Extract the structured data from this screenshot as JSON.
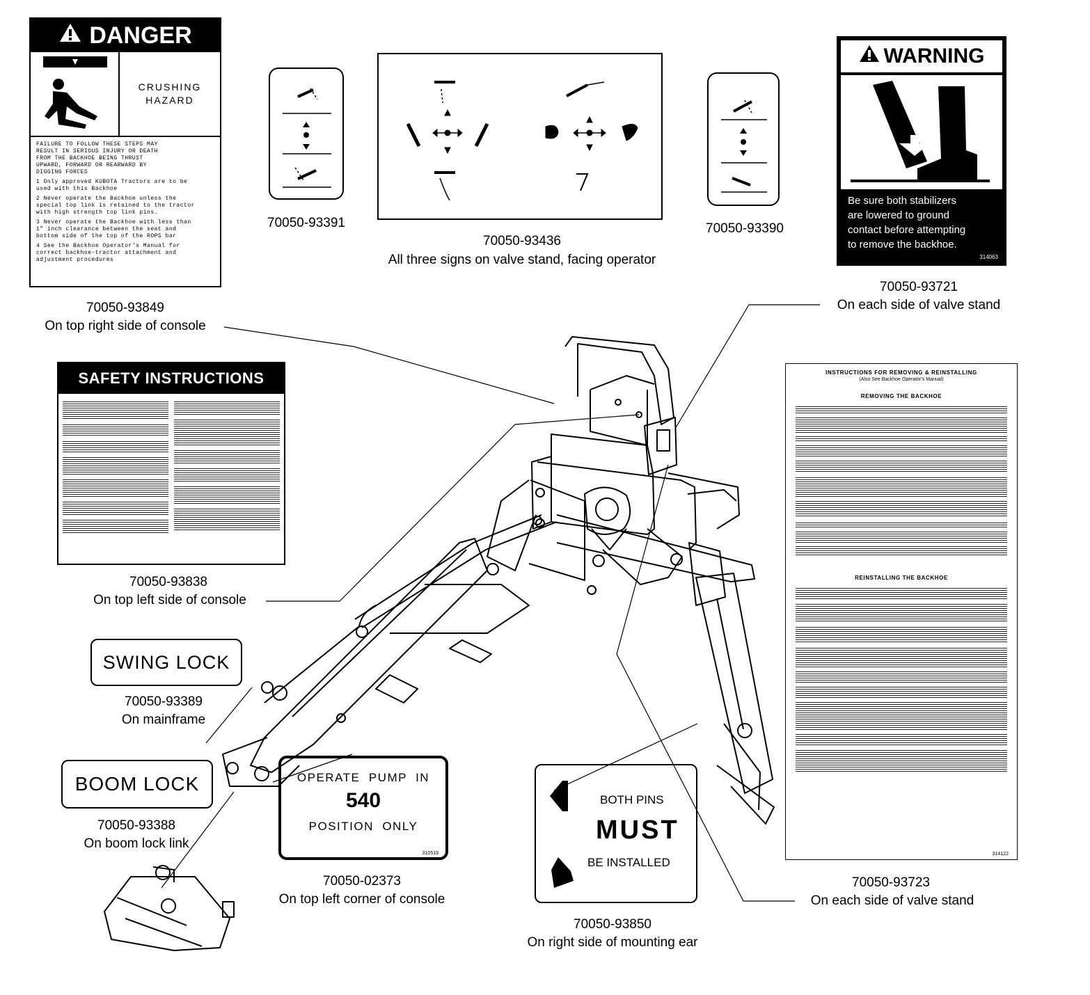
{
  "danger": {
    "header": "DANGER",
    "hazard_line1": "CRUSHING",
    "hazard_line2": "HAZARD",
    "body_lines": [
      "FAILURE TO FOLLOW THESE STEPS MAY",
      "RESULT IN SERIOUS INJURY OR DEATH",
      "FROM THE BACKHOE BEING THRUST",
      "UPWARD, FORWARD OR REARWARD BY",
      "DIGGING FORCES",
      "1  Only approved KUBOTA Tractors are to be",
      "   used with this Backhoe",
      "2  Never operate the Backhoe unless the",
      "   special top link is retained to the tractor",
      "   with high strength top link pins.",
      "3  Never operate the Backhoe with less than",
      "   1\" inch clearance between the seat and",
      "   bottom side of the top of the ROPS bar",
      "4  See the Backhoe Operator's Manual for",
      "   correct backhoe-tractor attachment and",
      "   adjustment procedures"
    ],
    "part_no": "70050-93849",
    "location": "On top right side of console"
  },
  "lever_left": {
    "part_no": "70050-93391"
  },
  "lever_center": {
    "part_no": "70050-93436",
    "location": "All three signs on valve stand, facing operator"
  },
  "lever_right": {
    "part_no": "70050-93390"
  },
  "warning": {
    "header": "WARNING",
    "body_lines": [
      "Be sure both stabilizers",
      "are lowered to ground",
      "contact before attempting",
      "to remove  the backhoe."
    ],
    "code": "314063",
    "part_no": "70050-93721",
    "location": "On each side of valve stand"
  },
  "safety": {
    "header": "SAFETY INSTRUCTIONS",
    "part_no": "70050-93838",
    "location": "On top left side of console"
  },
  "instructions": {
    "title": "INSTRUCTIONS FOR REMOVING & REINSTALLING",
    "subtitle": "(Also See Backhoe Operator's Manual)",
    "section1": "REMOVING THE BACKHOE",
    "section2": "REINSTALLING THE BACKHOE",
    "code": "314122",
    "part_no": "70050-93723",
    "location": "On each side of valve stand"
  },
  "swing_lock": {
    "label": "SWING LOCK",
    "part_no": "70050-93389",
    "location": "On mainframe"
  },
  "boom_lock": {
    "label": "BOOM LOCK",
    "part_no": "70050-93388",
    "location": "On boom lock link"
  },
  "pump": {
    "line1": "OPERATE  PUMP  IN",
    "line2": "540",
    "line3": "POSITION  ONLY",
    "code": "310519",
    "part_no": "70050-02373",
    "location": "On top left corner of console"
  },
  "pins": {
    "line1": "BOTH PINS",
    "line2": "MUST",
    "line3": "BE INSTALLED",
    "part_no": "70050-93850",
    "location": "On right side of mounting ear"
  }
}
